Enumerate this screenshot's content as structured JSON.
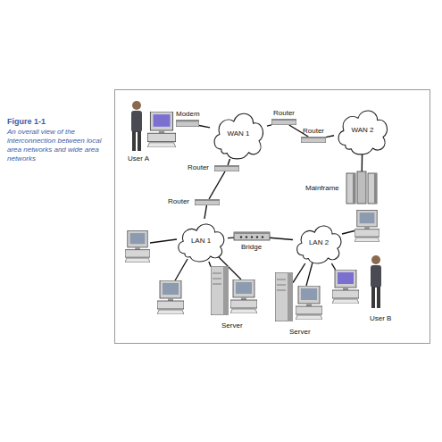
{
  "diagram": {
    "title": "Figure 1-1",
    "caption": "An overall view of the interconnection between local area networks and wide area networks",
    "nodes": [
      {
        "text": [
          "User A"
        ]
      },
      {
        "text": [
          "Modem"
        ]
      },
      {
        "text": [
          "WAN 1"
        ]
      },
      {
        "text": [
          "Router"
        ]
      },
      {
        "text": [
          "Router"
        ]
      },
      {
        "text": [
          "WAN 2"
        ]
      },
      {
        "text": [
          "Router"
        ]
      },
      {
        "text": [
          "Mainframe"
        ]
      },
      {
        "text": [
          "Router"
        ]
      },
      {
        "text": [
          "LAN 1"
        ]
      },
      {
        "text": [
          "Bridge"
        ]
      },
      {
        "text": [
          "LAN 2"
        ]
      },
      {
        "text": [
          "Server"
        ]
      },
      {
        "text": [
          "Server"
        ]
      },
      {
        "text": [
          "User B"
        ]
      }
    ],
    "edges": [
      {
        "from": 0,
        "to": 1,
        "arrow": "none"
      },
      {
        "from": 1,
        "to": 2,
        "arrow": "none"
      },
      {
        "from": 2,
        "to": 3,
        "arrow": "none"
      },
      {
        "from": 3,
        "to": 4,
        "arrow": "none"
      },
      {
        "from": 4,
        "to": 5,
        "arrow": "none"
      },
      {
        "from": 5,
        "to": 7,
        "arrow": "none"
      },
      {
        "from": 2,
        "to": 6,
        "arrow": "none"
      },
      {
        "from": 6,
        "to": 8,
        "arrow": "none"
      },
      {
        "from": 8,
        "to": 9,
        "arrow": "none"
      },
      {
        "from": 9,
        "to": 10,
        "arrow": "none"
      },
      {
        "from": 10,
        "to": 11,
        "arrow": "none"
      },
      {
        "from": 9,
        "to": 12,
        "arrow": "none"
      },
      {
        "from": 11,
        "to": 13,
        "arrow": "none"
      },
      {
        "from": 11,
        "to": 14,
        "arrow": "none"
      }
    ]
  }
}
